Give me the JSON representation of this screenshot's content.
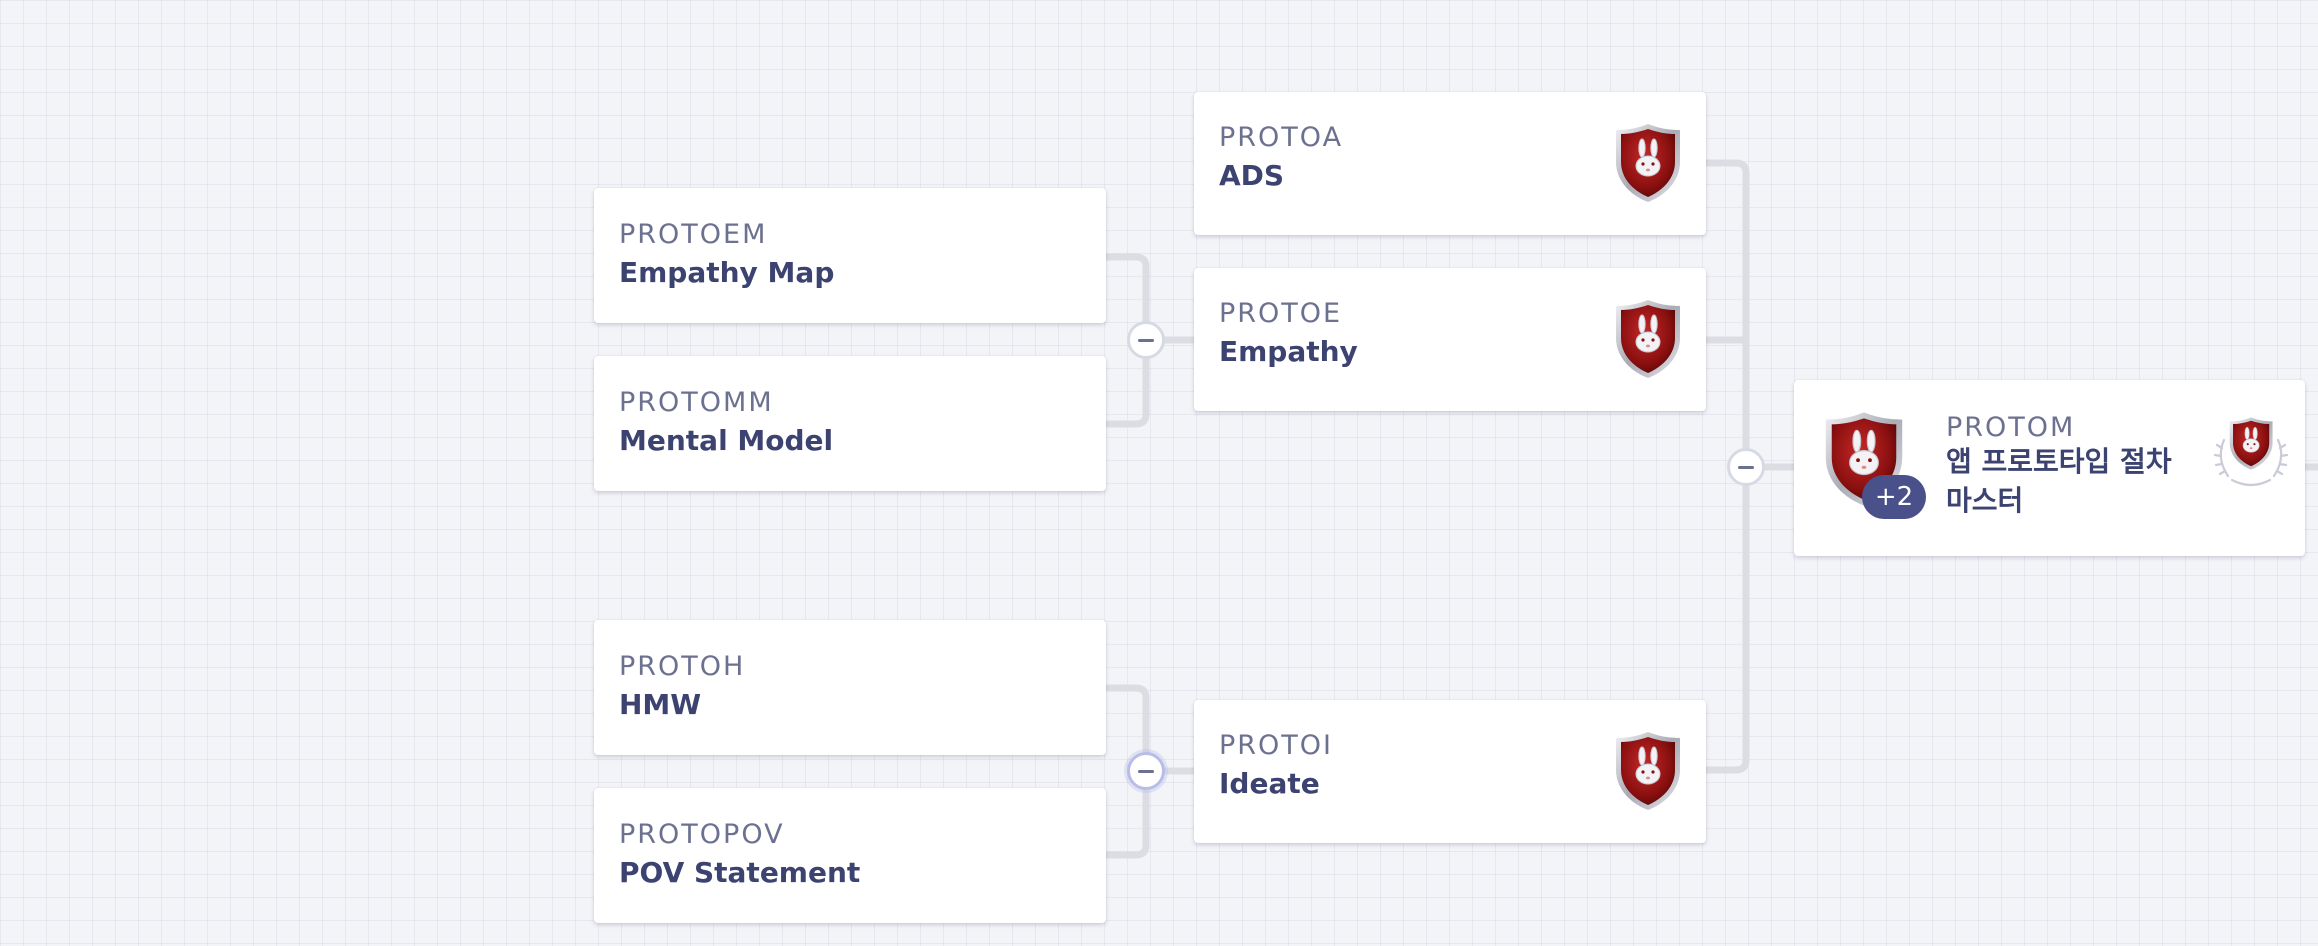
{
  "nodes": {
    "protoem": {
      "code": "PROTOEM",
      "title": "Empathy Map"
    },
    "protomm": {
      "code": "PROTOMM",
      "title": "Mental Model"
    },
    "protoh": {
      "code": "PROTOH",
      "title": "HMW"
    },
    "protopov": {
      "code": "PROTOPOV",
      "title": "POV Statement"
    },
    "protoa": {
      "code": "PROTOA",
      "title": "ADS",
      "badge_icon": "shield-rabbit-badge"
    },
    "protoe": {
      "code": "PROTOE",
      "title": "Empathy",
      "badge_icon": "shield-rabbit-badge"
    },
    "protoi": {
      "code": "PROTOI",
      "title": "Ideate",
      "badge_icon": "shield-rabbit-badge"
    },
    "protom": {
      "code": "PROTOM",
      "title": "앱 프로토타입 절차 마스터",
      "extra_badges": "+2",
      "badge_icon": "shield-rabbit-badge",
      "achievement_icon": "laurel-shield-badge"
    }
  },
  "colors": {
    "background": "#f3f4f8",
    "connector": "#dcdde3",
    "code_text": "#6c7190",
    "title_text": "#3c4370",
    "count_pill": "#4a5089",
    "badge_red": "#8b1010"
  }
}
